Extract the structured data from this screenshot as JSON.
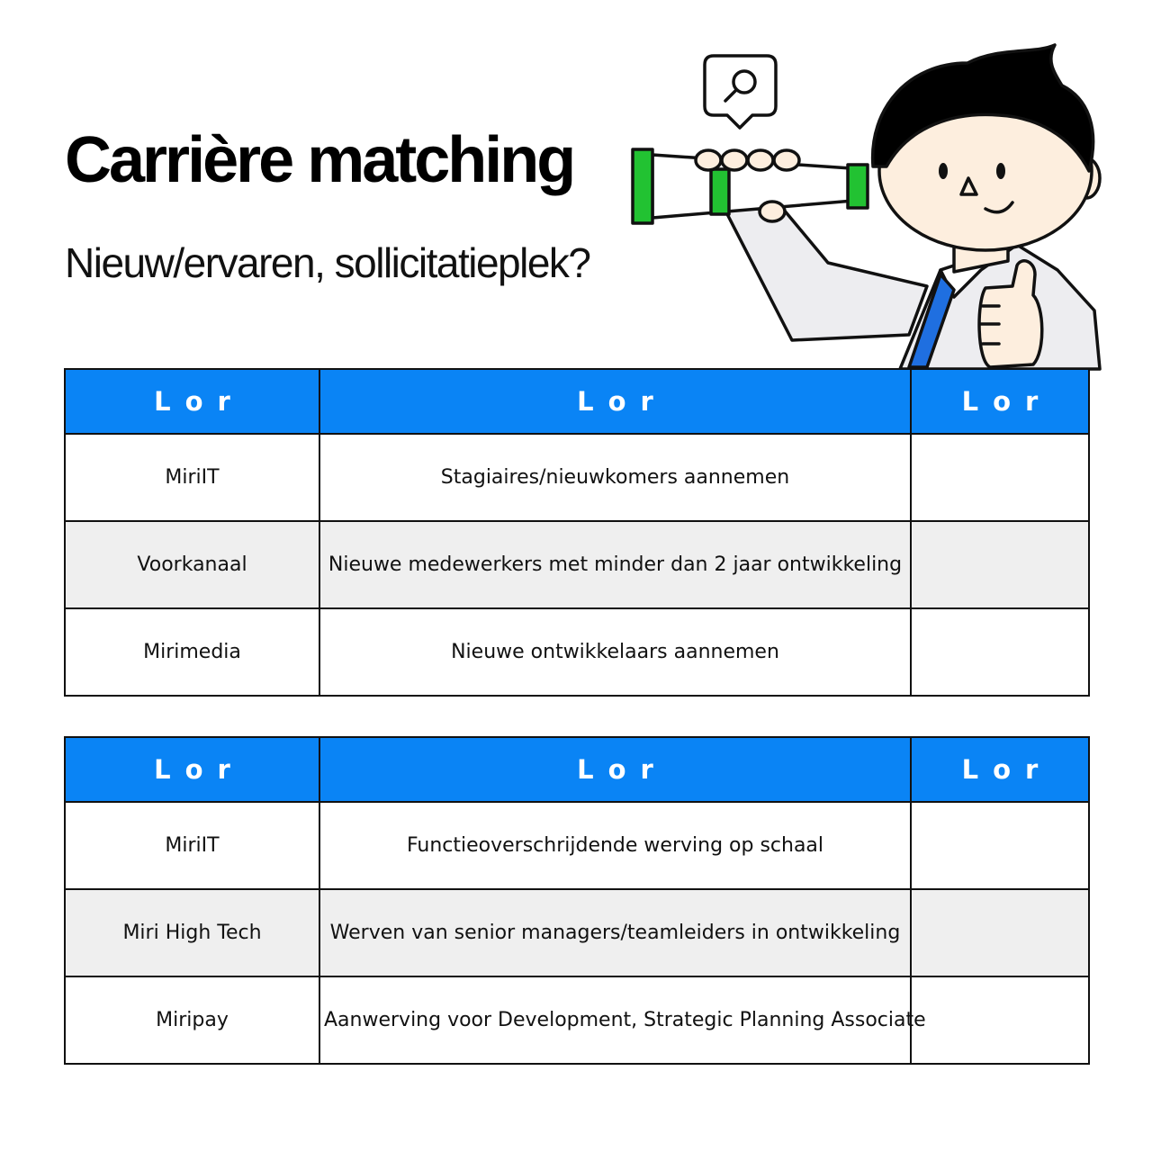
{
  "header": {
    "title": "Carrière matching",
    "subtitle": "Nieuw/ervaren, sollicitatieplek?"
  },
  "illustration": {
    "icons": [
      "search-icon",
      "binoculars-icon",
      "thumbs-up-icon"
    ],
    "colors": {
      "binocular_green": "#22c232",
      "tie_blue": "#1f6fe0"
    }
  },
  "colors": {
    "header_bg": "#0a84f5",
    "alt_row_bg": "#efefef",
    "border": "#111111"
  },
  "tables": [
    {
      "headers": [
        "Lor",
        "Lor",
        "Lor"
      ],
      "rows": [
        [
          "MiriIT",
          "Stagiaires/nieuwkomers aannemen",
          ""
        ],
        [
          "Voorkanaal",
          "Nieuwe medewerkers met minder dan 2 jaar ontwikkeling",
          ""
        ],
        [
          "Mirimedia",
          "Nieuwe ontwikkelaars aannemen",
          ""
        ]
      ]
    },
    {
      "headers": [
        "Lor",
        "Lor",
        "Lor"
      ],
      "rows": [
        [
          "MiriIT",
          "Functieoverschrijdende werving op schaal",
          ""
        ],
        [
          "Miri High Tech",
          "Werven van senior managers/teamleiders in ontwikkeling",
          ""
        ],
        [
          "Miripay",
          "Aanwerving voor Development, Strategic Planning Associate",
          ""
        ]
      ]
    }
  ]
}
